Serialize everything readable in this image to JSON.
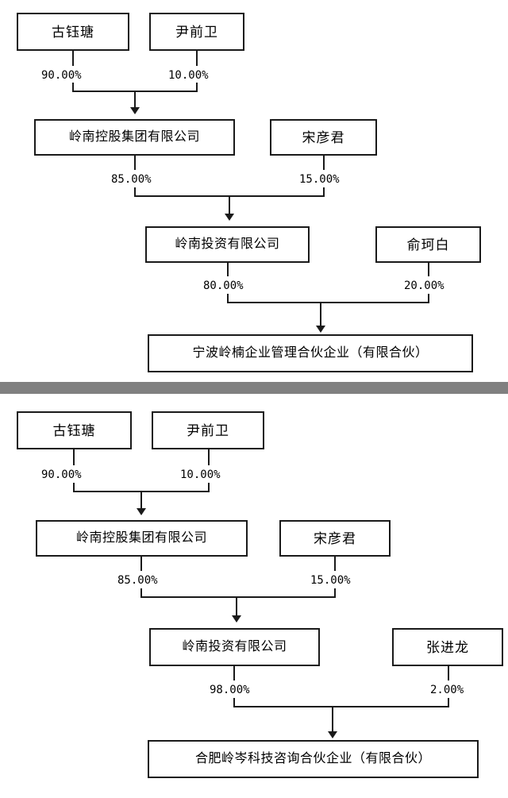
{
  "document": {
    "type": "ownership-structure-charts",
    "chart_count": 2
  },
  "separator": {
    "color": "#808080"
  },
  "charts": [
    {
      "id": "ningbo-lingnan",
      "nodes": {
        "person_a": "古钰瑭",
        "person_b": "尹前卫",
        "holding_company": "岭南控股集团有限公司",
        "person_c": "宋彦君",
        "investment_company": "岭南投资有限公司",
        "person_d": "俞珂白",
        "partnership": "宁波岭楠企业管理合伙企业（有限合伙）"
      },
      "edges": {
        "a_to_holding": "90.00%",
        "b_to_holding": "10.00%",
        "holding_to_investment": "85.00%",
        "c_to_investment": "15.00%",
        "investment_to_partnership": "80.00%",
        "d_to_partnership": "20.00%"
      }
    },
    {
      "id": "hefei-lingcen",
      "nodes": {
        "person_a": "古钰瑭",
        "person_b": "尹前卫",
        "holding_company": "岭南控股集团有限公司",
        "person_c": "宋彦君",
        "investment_company": "岭南投资有限公司",
        "person_d": "张进龙",
        "partnership": "合肥岭岑科技咨询合伙企业（有限合伙）"
      },
      "edges": {
        "a_to_holding": "90.00%",
        "b_to_holding": "10.00%",
        "holding_to_investment": "85.00%",
        "c_to_investment": "15.00%",
        "investment_to_partnership": "98.00%",
        "d_to_partnership": "2.00%"
      }
    }
  ]
}
